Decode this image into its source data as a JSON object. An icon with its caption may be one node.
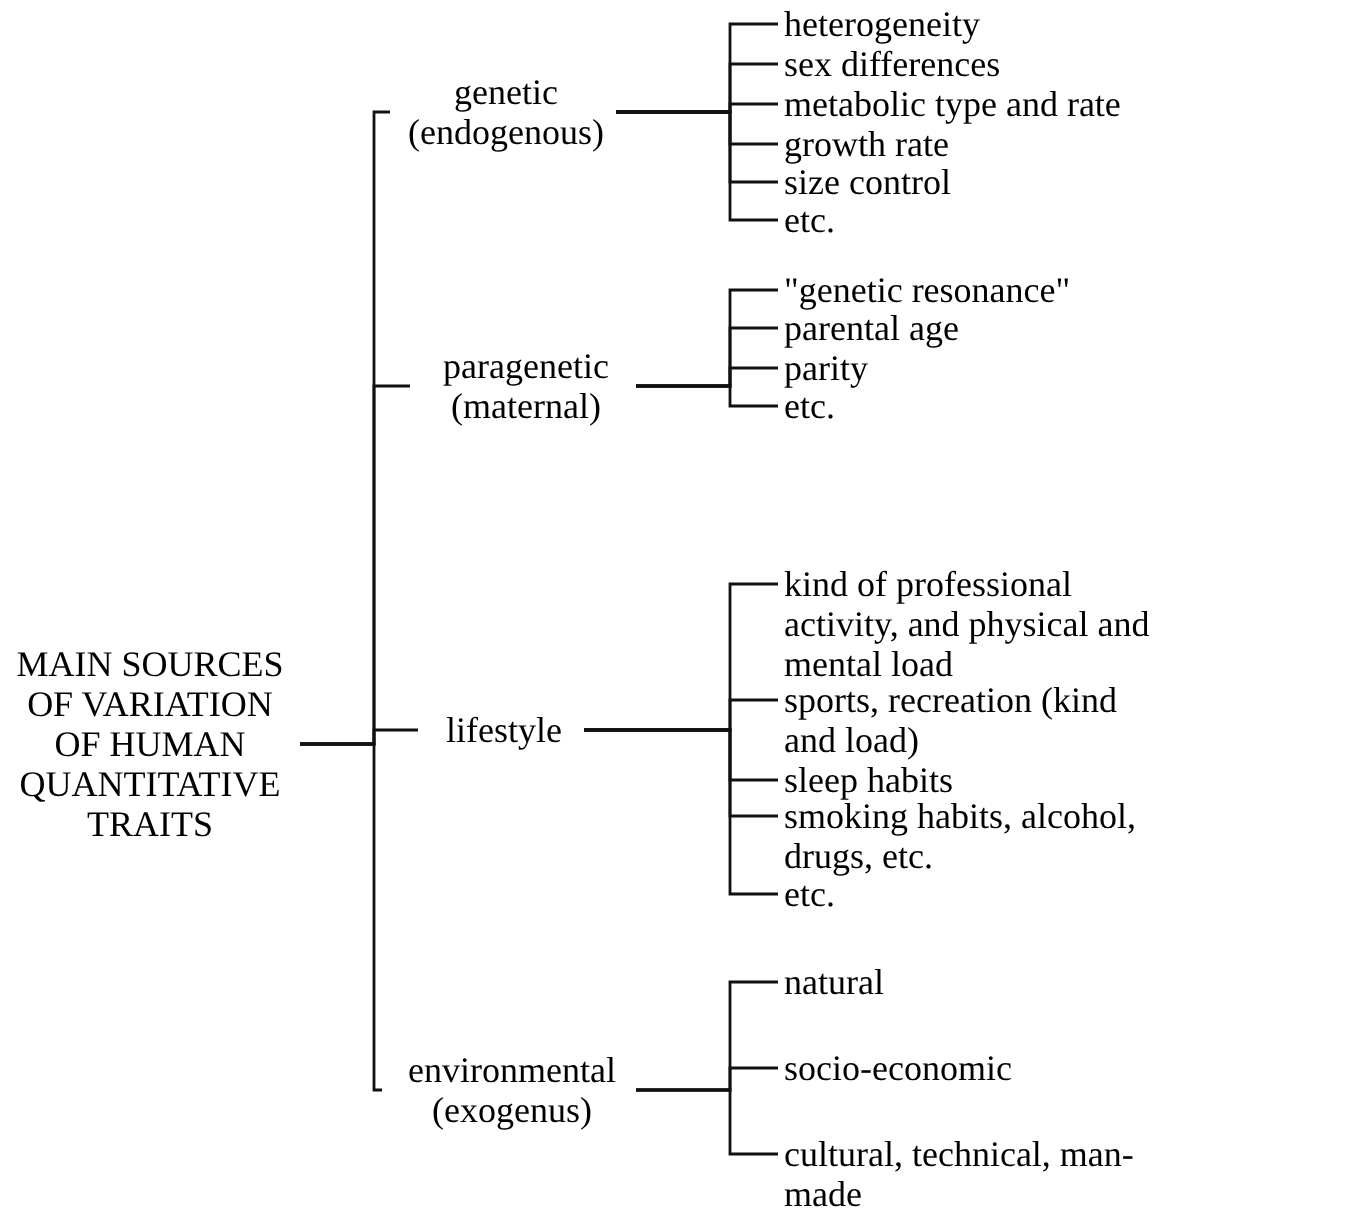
{
  "diagram": {
    "nodes": [
      {
        "text": [
          "MAIN SOURCES OF VARIATION OF HUMAN QUANTITATIVE TRAITS"
        ]
      },
      {
        "text": [
          "genetic (endogenous)"
        ]
      },
      {
        "text": [
          "heterogeneity"
        ]
      },
      {
        "text": [
          "sex differences"
        ]
      },
      {
        "text": [
          "metabolic type and rate"
        ]
      },
      {
        "text": [
          "growth rate"
        ]
      },
      {
        "text": [
          "size control"
        ]
      },
      {
        "text": [
          "etc."
        ]
      },
      {
        "text": [
          "paragenetic (maternal)"
        ]
      },
      {
        "text": [
          "\"genetic resonance\""
        ]
      },
      {
        "text": [
          "parental age"
        ]
      },
      {
        "text": [
          "parity"
        ]
      },
      {
        "text": [
          "etc."
        ]
      },
      {
        "text": [
          "lifestyle"
        ]
      },
      {
        "text": [
          "kind of professional activity, and physical and mental load"
        ]
      },
      {
        "text": [
          "sports, recreation (kind and load)"
        ]
      },
      {
        "text": [
          "sleep habits"
        ]
      },
      {
        "text": [
          "smoking habits, alcohol, drugs, etc."
        ]
      },
      {
        "text": [
          "etc."
        ]
      },
      {
        "text": [
          "environmental (exogenus)"
        ]
      },
      {
        "text": [
          "natural"
        ]
      },
      {
        "text": [
          "socio-economic"
        ]
      },
      {
        "text": [
          "cultural, technical, man-made"
        ]
      }
    ],
    "edges": [
      {
        "from": 0,
        "to": 1,
        "arrow": "none"
      },
      {
        "from": 0,
        "to": 8,
        "arrow": "none"
      },
      {
        "from": 0,
        "to": 13,
        "arrow": "none"
      },
      {
        "from": 0,
        "to": 19,
        "arrow": "none"
      },
      {
        "from": 1,
        "to": 2,
        "arrow": "none"
      },
      {
        "from": 1,
        "to": 3,
        "arrow": "none"
      },
      {
        "from": 1,
        "to": 4,
        "arrow": "none"
      },
      {
        "from": 1,
        "to": 5,
        "arrow": "none"
      },
      {
        "from": 1,
        "to": 6,
        "arrow": "none"
      },
      {
        "from": 1,
        "to": 7,
        "arrow": "none"
      },
      {
        "from": 8,
        "to": 9,
        "arrow": "none"
      },
      {
        "from": 8,
        "to": 10,
        "arrow": "none"
      },
      {
        "from": 8,
        "to": 11,
        "arrow": "none"
      },
      {
        "from": 8,
        "to": 12,
        "arrow": "none"
      },
      {
        "from": 13,
        "to": 14,
        "arrow": "none"
      },
      {
        "from": 13,
        "to": 15,
        "arrow": "none"
      },
      {
        "from": 13,
        "to": 16,
        "arrow": "none"
      },
      {
        "from": 13,
        "to": 17,
        "arrow": "none"
      },
      {
        "from": 13,
        "to": 18,
        "arrow": "none"
      },
      {
        "from": 19,
        "to": 20,
        "arrow": "none"
      },
      {
        "from": 19,
        "to": 21,
        "arrow": "none"
      },
      {
        "from": 19,
        "to": 22,
        "arrow": "none"
      }
    ]
  }
}
